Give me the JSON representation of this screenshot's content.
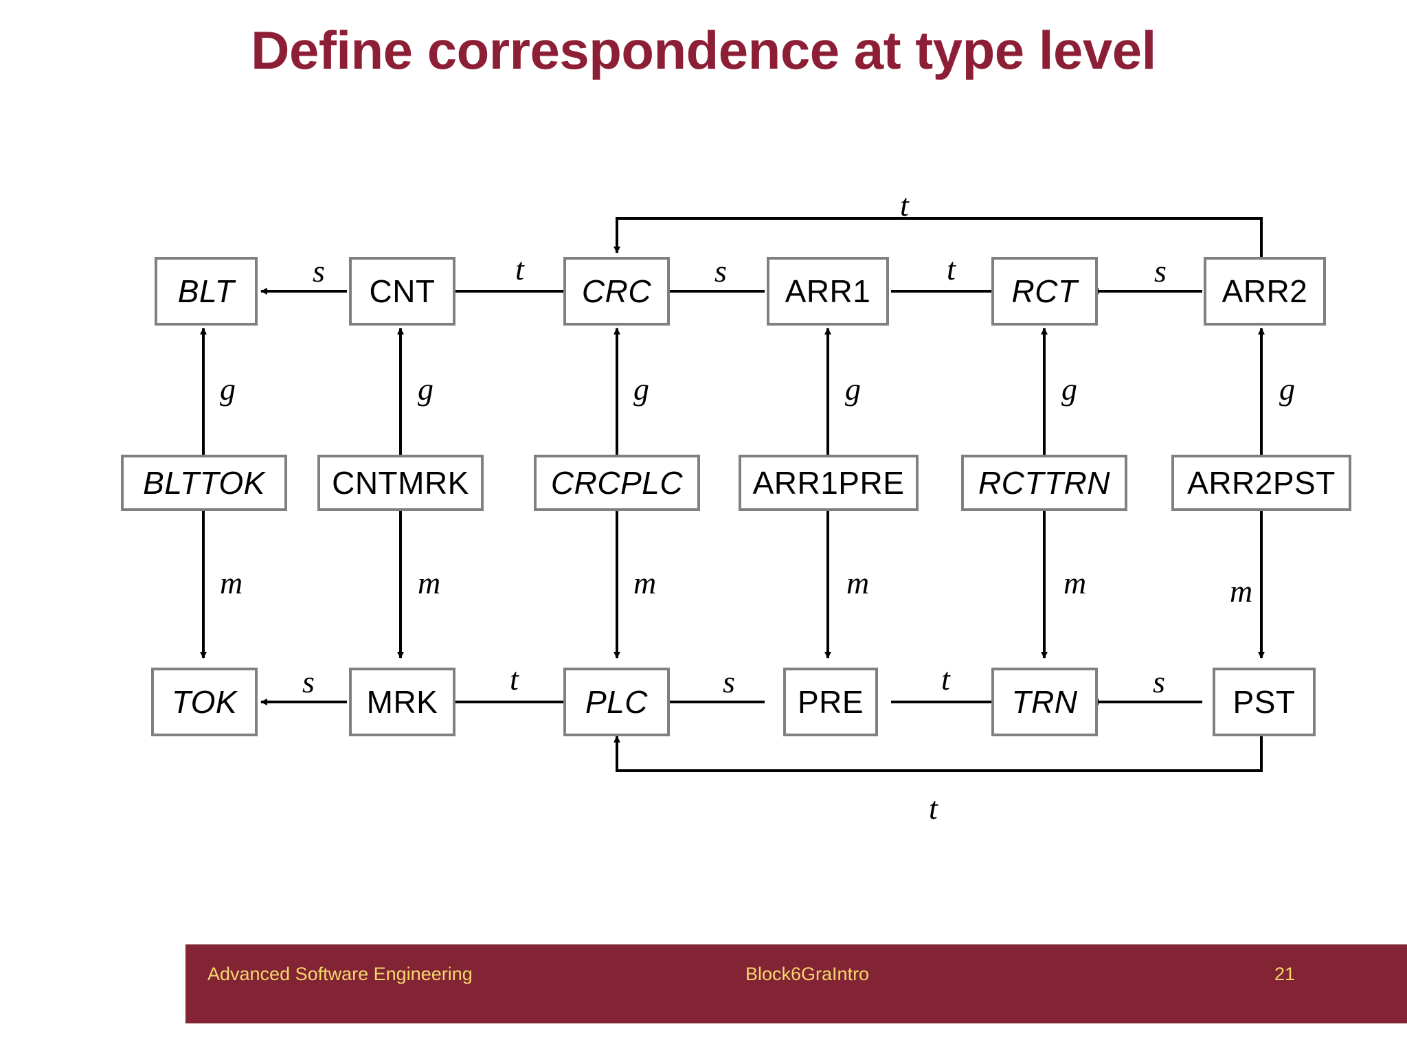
{
  "slide": {
    "title": "Define correspondence at type level",
    "title_color": "#8C1F36",
    "background": "#FFFFFF"
  },
  "footer": {
    "bar_color": "#822433",
    "text_color": "#F5D76E",
    "left": "Advanced Software Engineering",
    "middle": "Block6GraIntro",
    "page": "21"
  },
  "diagram": {
    "node_border_color": "#808080",
    "node_fill": "#FFFFFF",
    "wire_color": "#000000",
    "rows": [
      {
        "name": "type-level-row",
        "nodes": [
          {
            "id": "BLT",
            "label": "BLT",
            "style": "italic"
          },
          {
            "id": "CNT",
            "label": "CNT",
            "style": "regular"
          },
          {
            "id": "CRC",
            "label": "CRC",
            "style": "italic"
          },
          {
            "id": "ARR1",
            "label": "ARR1",
            "style": "regular"
          },
          {
            "id": "RCT",
            "label": "RCT",
            "style": "italic"
          },
          {
            "id": "ARR2",
            "label": "ARR2",
            "style": "regular"
          }
        ]
      },
      {
        "name": "correspondence-row",
        "nodes": [
          {
            "id": "BLTTOK",
            "label": "BLTTOK",
            "style": "italic"
          },
          {
            "id": "CNTMRK",
            "label": "CNTMRK",
            "style": "regular"
          },
          {
            "id": "CRCPLC",
            "label": "CRCPLC",
            "style": "italic"
          },
          {
            "id": "ARR1PRE",
            "label": "ARR1PRE",
            "style": "regular"
          },
          {
            "id": "RCTTRN",
            "label": "RCTTRN",
            "style": "italic"
          },
          {
            "id": "ARR2PST",
            "label": "ARR2PST",
            "style": "regular"
          }
        ]
      },
      {
        "name": "instance-level-row",
        "nodes": [
          {
            "id": "TOK",
            "label": "TOK",
            "style": "italic"
          },
          {
            "id": "MRK",
            "label": "MRK",
            "style": "regular"
          },
          {
            "id": "PLC",
            "label": "PLC",
            "style": "italic"
          },
          {
            "id": "PRE",
            "label": "PRE",
            "style": "regular"
          },
          {
            "id": "TRN",
            "label": "TRN",
            "style": "italic"
          },
          {
            "id": "PST",
            "label": "PST",
            "style": "regular"
          }
        ]
      }
    ],
    "edge_labels": {
      "top_feedback_t": "t",
      "top_row": [
        "s",
        "t",
        "s",
        "t",
        "s"
      ],
      "g_labels": [
        "g",
        "g",
        "g",
        "g",
        "g",
        "g"
      ],
      "m_labels": [
        "m",
        "m",
        "m",
        "m",
        "m",
        "m"
      ],
      "bottom_row": [
        "s",
        "t",
        "s",
        "t",
        "s"
      ],
      "bottom_feedback_t": "t"
    }
  }
}
